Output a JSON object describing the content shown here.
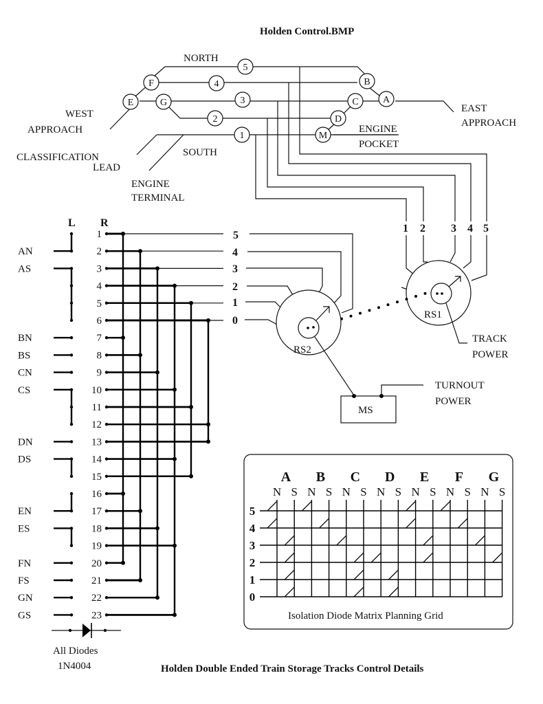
{
  "titles": {
    "top": "Holden Control.BMP",
    "bottom": "Holden Double Ended Train Storage Tracks Control Details"
  },
  "track_plan": {
    "labels": {
      "north": "NORTH",
      "south": "SOUTH",
      "west_1": "WEST",
      "west_2": "APPROACH",
      "east_1": "EAST",
      "east_2": "APPROACH",
      "class_1": "CLASSIFICATION",
      "class_2": "LEAD",
      "engterm_1": "ENGINE",
      "engterm_2": "TERMINAL",
      "engpocket_1": "ENGINE",
      "engpocket_2": "POCKET"
    },
    "turnouts": [
      "A",
      "B",
      "C",
      "D",
      "E",
      "F",
      "G",
      "M"
    ],
    "tracks": [
      "1",
      "2",
      "3",
      "4",
      "5"
    ]
  },
  "rs1": {
    "name": "RS1",
    "terminals": [
      "1",
      "2",
      "3",
      "4",
      "5"
    ],
    "power_1": "TRACK",
    "power_2": "POWER"
  },
  "rs2": {
    "name": "RS2",
    "terminals": [
      "5",
      "4",
      "3",
      "2",
      "1",
      "0"
    ]
  },
  "ms": {
    "name": "MS",
    "power_1": "TURNOUT",
    "power_2": "POWER"
  },
  "diode_panel": {
    "col_L": "L",
    "col_R": "R",
    "rows": [
      "1",
      "2",
      "3",
      "4",
      "5",
      "6",
      "7",
      "8",
      "9",
      "10",
      "11",
      "12",
      "13",
      "14",
      "15",
      "16",
      "17",
      "18",
      "19",
      "20",
      "21",
      "22",
      "23"
    ],
    "inputs": [
      {
        "name": "AN",
        "row": 2,
        "span": [
          1,
          2
        ]
      },
      {
        "name": "AS",
        "row": 3,
        "span": [
          3,
          6
        ]
      },
      {
        "name": "BN",
        "row": 7,
        "span": [
          7,
          7
        ]
      },
      {
        "name": "BS",
        "row": 8,
        "span": [
          8,
          8
        ]
      },
      {
        "name": "CN",
        "row": 9,
        "span": [
          9,
          9
        ]
      },
      {
        "name": "CS",
        "row": 10,
        "span": [
          10,
          12
        ]
      },
      {
        "name": "DN",
        "row": 13,
        "span": [
          13,
          13
        ]
      },
      {
        "name": "DS",
        "row": 14,
        "span": [
          14,
          15
        ]
      },
      {
        "name": "EN",
        "row": 17,
        "span": [
          16,
          17
        ]
      },
      {
        "name": "ES",
        "row": 18,
        "span": [
          18,
          19
        ]
      },
      {
        "name": "FN",
        "row": 20,
        "span": [
          20,
          20
        ]
      },
      {
        "name": "FS",
        "row": 21,
        "span": [
          21,
          21
        ]
      },
      {
        "name": "GN",
        "row": 22,
        "span": [
          22,
          22
        ]
      },
      {
        "name": "GS",
        "row": 23,
        "span": [
          23,
          23
        ]
      }
    ],
    "diode_note_1": "All Diodes",
    "diode_note_2": "1N4004"
  },
  "matrix": {
    "caption": "Isolation Diode Matrix Planning Grid",
    "turnouts": [
      "A",
      "B",
      "C",
      "D",
      "E",
      "F",
      "G"
    ],
    "sides": [
      "N",
      "S"
    ],
    "rows": [
      "5",
      "4",
      "3",
      "2",
      "1",
      "0"
    ],
    "diodes": {
      "AN": [
        5,
        4
      ],
      "AS": [
        3,
        2,
        1,
        0
      ],
      "BN": [
        5
      ],
      "BS": [
        4
      ],
      "CN": [
        3
      ],
      "CS": [
        2,
        1,
        0
      ],
      "DN": [
        2
      ],
      "DS": [
        1,
        0
      ],
      "EN": [
        5,
        4
      ],
      "ES": [
        3,
        2
      ],
      "FN": [
        5
      ],
      "FS": [
        4
      ],
      "GN": [
        3
      ],
      "GS": [
        2
      ]
    }
  }
}
